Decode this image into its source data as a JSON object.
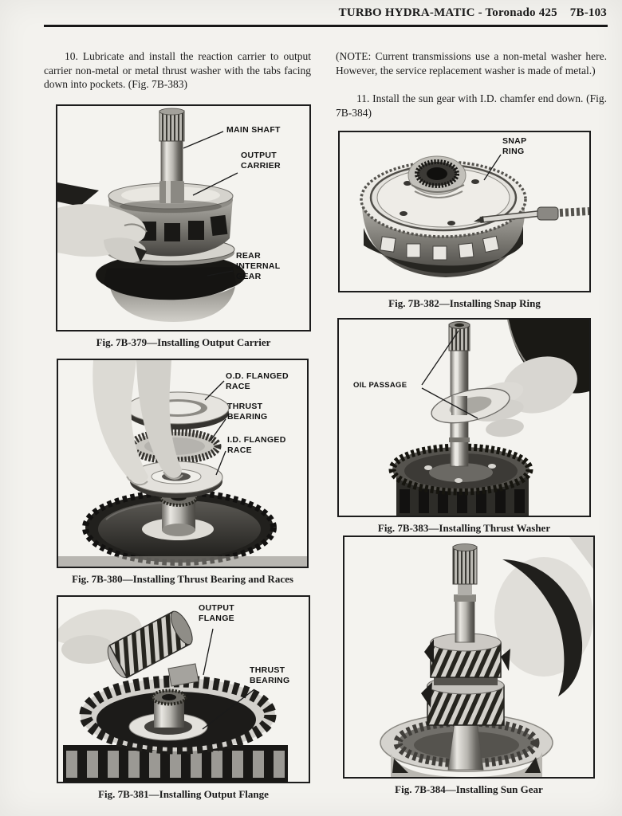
{
  "palette": {
    "paper": "#f3f2ee",
    "ink": "#1b1b1b",
    "photo_background": "#f4f3ef",
    "figure_border": "#1c1c1c"
  },
  "header": {
    "title": "TURBO HYDRA-MATIC - Toronado 425",
    "page_number": "7B-103"
  },
  "body": {
    "step_10": "10. Lubricate and install the reaction carrier to output carrier non-metal or metal thrust washer with the tabs facing down into pockets. (Fig. 7B-383)",
    "note": "(NOTE: Current transmissions use a non-metal washer here. However, the service replacement washer is made of metal.)",
    "step_11": "11. Install the sun gear with I.D. chamfer end down. (Fig. 7B-384)"
  },
  "figures": {
    "fig379": {
      "caption": "Fig. 7B-379—Installing Output Carrier",
      "labels": {
        "main_shaft": "MAIN SHAFT",
        "output_carrier": "OUTPUT CARRIER",
        "rear_internal_gear": "REAR INTERNAL GEAR"
      }
    },
    "fig380": {
      "caption": "Fig. 7B-380—Installing Thrust Bearing and Races",
      "labels": {
        "od_flanged_race": "O.D. FLANGED RACE",
        "thrust_bearing": "THRUST BEARING",
        "id_flanged_race": "I.D. FLANGED RACE"
      }
    },
    "fig381": {
      "caption": "Fig. 7B-381—Installing Output Flange",
      "labels": {
        "output_flange": "OUTPUT FLANGE",
        "thrust_bearing": "THRUST BEARING"
      }
    },
    "fig382": {
      "caption": "Fig. 7B-382—Installing Snap Ring",
      "labels": {
        "snap_ring": "SNAP RING"
      }
    },
    "fig383": {
      "caption": "Fig. 7B-383—Installing Thrust Washer",
      "labels": {
        "oil_passage": "OIL PASSAGE"
      }
    },
    "fig384": {
      "caption": "Fig. 7B-384—Installing Sun Gear"
    }
  }
}
